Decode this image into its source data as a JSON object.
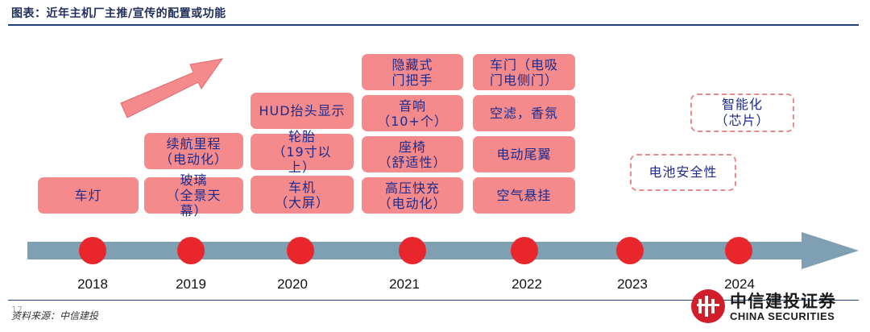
{
  "title": "图表：近年主机厂主推/宣传的配置或功能",
  "source": "资料来源：中信建投",
  "page_number": "17",
  "colors": {
    "box_fill": "#f48a8c",
    "text": "#1c2b8c",
    "timeline": "#7f9fb3",
    "dot": "#e8262b",
    "dashed_border": "#e88a8c"
  },
  "years": [
    "2018",
    "2019",
    "2020",
    "2021",
    "2022",
    "2023",
    "2024"
  ],
  "features": {
    "y2018": [
      "车灯"
    ],
    "y2019": [
      "续航里程\n（电动化）",
      "玻璃\n（全景天\n幕）"
    ],
    "y2020": [
      "HUD抬头显示",
      "轮胎\n（19寸以\n上）",
      "车机\n（大屏）"
    ],
    "y2021": [
      "隐藏式\n门把手",
      "音响\n（10+个）",
      "座椅\n（舒适性）",
      "高压快充\n（电动化）"
    ],
    "y2022": [
      "车门（电吸\n门电侧门）",
      "空滤，香氛",
      "电动尾翼",
      "空气悬挂"
    ],
    "y2023": [
      "电池安全性"
    ],
    "y2024": [
      "智能化\n（芯片）"
    ]
  },
  "logo": {
    "name_cn": "中信建投证券",
    "name_en": "CHINA SECURITIES"
  }
}
